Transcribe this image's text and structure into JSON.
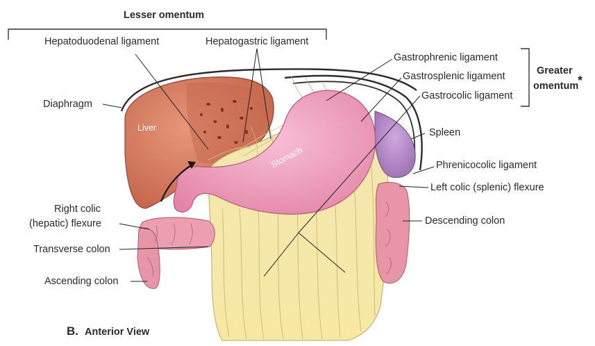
{
  "labels": {
    "lesser_omentum": "Lesser omentum",
    "hepatoduodenal": "Hepatoduodenal ligament",
    "hepatogastric": "Hepatogastric ligament",
    "diaphragm": "Diaphragm",
    "gastrophrenic": "Gastrophrenic ligament",
    "gastrosplenic": "Gastrosplenic ligament",
    "gastrocolic": "Gastrocolic ligament",
    "greater_omentum_line1": "Greater",
    "greater_omentum_line2": "omentum",
    "greater_omentum_mark": "*",
    "spleen": "Spleen",
    "phrenicocolic": "Phrenicocolic ligament",
    "left_colic": "Left colic (splenic) flexure",
    "right_colic_line1": "Right colic",
    "right_colic_line2": "(hepatic) flexure",
    "transverse_colon": "Transverse colon",
    "ascending_colon": "Ascending colon",
    "descending_colon": "Descending colon",
    "liver": "Liver",
    "stomach": "Stomach",
    "caption_letter": "B.",
    "caption_text": "Anterior View"
  },
  "colors": {
    "liver": "#d9805f",
    "liver_dark": "#c8674a",
    "stomach": "#ee9fbd",
    "omentum": "#f6e7a9",
    "spleen": "#b48ac7",
    "colon": "#e99aab",
    "leader": "#222222"
  }
}
